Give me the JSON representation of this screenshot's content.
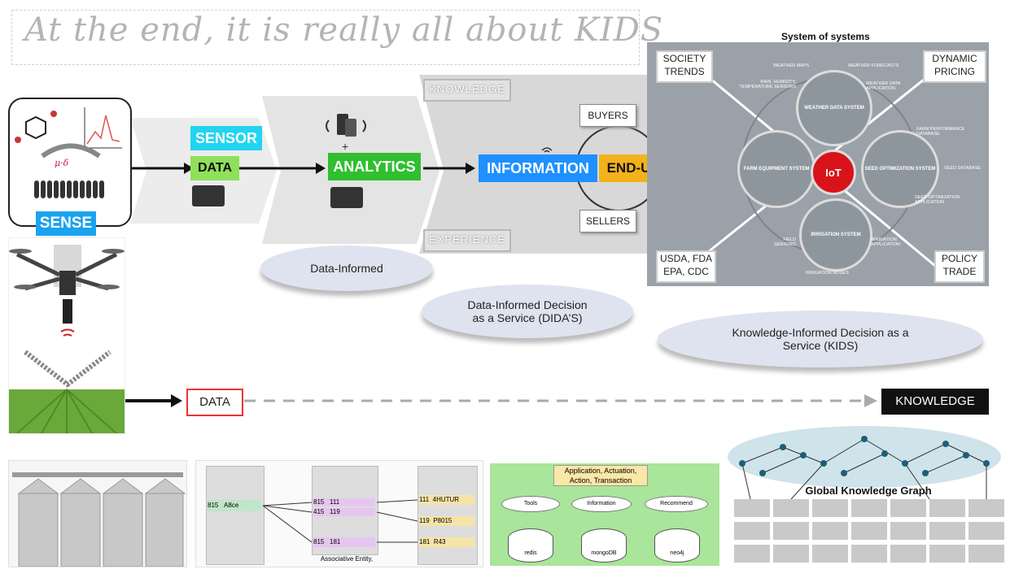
{
  "title": "At the end, it is  really all about KIDS",
  "labels": {
    "sensor": "SENSOR",
    "data": "DATA",
    "sense": "SENSE",
    "plus": "+",
    "analytics": "ANALYTICS",
    "information": "INFORMATION",
    "end_user": "END-USER",
    "knowledge_tab": "KNOWLEDGE",
    "experience_tab": "EXPERIENCE",
    "buyers": "BUYERS",
    "sellers": "SELLERS"
  },
  "ellipses": {
    "data_informed": "Data-Informed",
    "dida_line1": "Data-Informed Decision",
    "dida_line2": "as a Service (DIDA’S)",
    "kids_line1": "Knowledge-Informed  Decision as a",
    "kids_line2": "Service (KIDS)"
  },
  "system_of_systems": {
    "title": "System of systems",
    "center": "IoT",
    "corner_cards": {
      "society_line1": "SOCIETY",
      "society_line2": "TRENDS",
      "dynamic_line1": "DYNAMIC",
      "dynamic_line2": "PRICING",
      "usda_line1": "USDA, FDA",
      "usda_line2": "EPA, CDC",
      "policy_line1": "POLICY",
      "policy_line2": "TRADE"
    },
    "systems": {
      "weather": "WEATHER DATA SYSTEM",
      "farm": "FARM EQUIPMENT SYSTEM",
      "seed": "SEED OPTIMIZATION SYSTEM",
      "irrigation": "IRRIGATION SYSTEM"
    },
    "annotations": {
      "weather_maps": "WEATHER MAPS",
      "weather_forecasts": "WEATHER FORECASTS",
      "rain": "RAIN, HUMIDITY, TEMPERATURE SENSORS",
      "weather_app": "WEATHER DATA APPLICATION",
      "farm_perf": "FARM PERFORMANCE DATABASE",
      "seed_db": "SEED DATABASE",
      "seed_app": "SEED OPTIMIZATION APPLICATION",
      "field_sensors": "FIELD SENSORS",
      "irrigation_app": "IRRIGATION APPLICATION",
      "irrigation_nodes": "IRRIGATION NODES"
    }
  },
  "flow": {
    "data": "DATA",
    "knowledge": "KNOWLEDGE"
  },
  "bottom": {
    "graph_title": "Global Knowledge Graph",
    "assoc_label": "Associative Entity,",
    "app_header_line1": "Application, Actuation,",
    "app_header_line2": "Action, Transaction",
    "tools": "Tools",
    "information": "Information",
    "recommend": "Recommend",
    "db1": "redis",
    "db2": "mongoDB",
    "db3": "neo4j",
    "rows_left": [
      [
        "815",
        "A8ce"
      ]
    ],
    "rows_mid": [
      [
        "815",
        "111"
      ],
      [
        "415",
        "119"
      ],
      [
        "815",
        "181"
      ]
    ],
    "rows_right": [
      [
        "111",
        "4HUTUR"
      ],
      [
        "119",
        "P8015"
      ],
      [
        "181",
        "R43"
      ]
    ]
  }
}
